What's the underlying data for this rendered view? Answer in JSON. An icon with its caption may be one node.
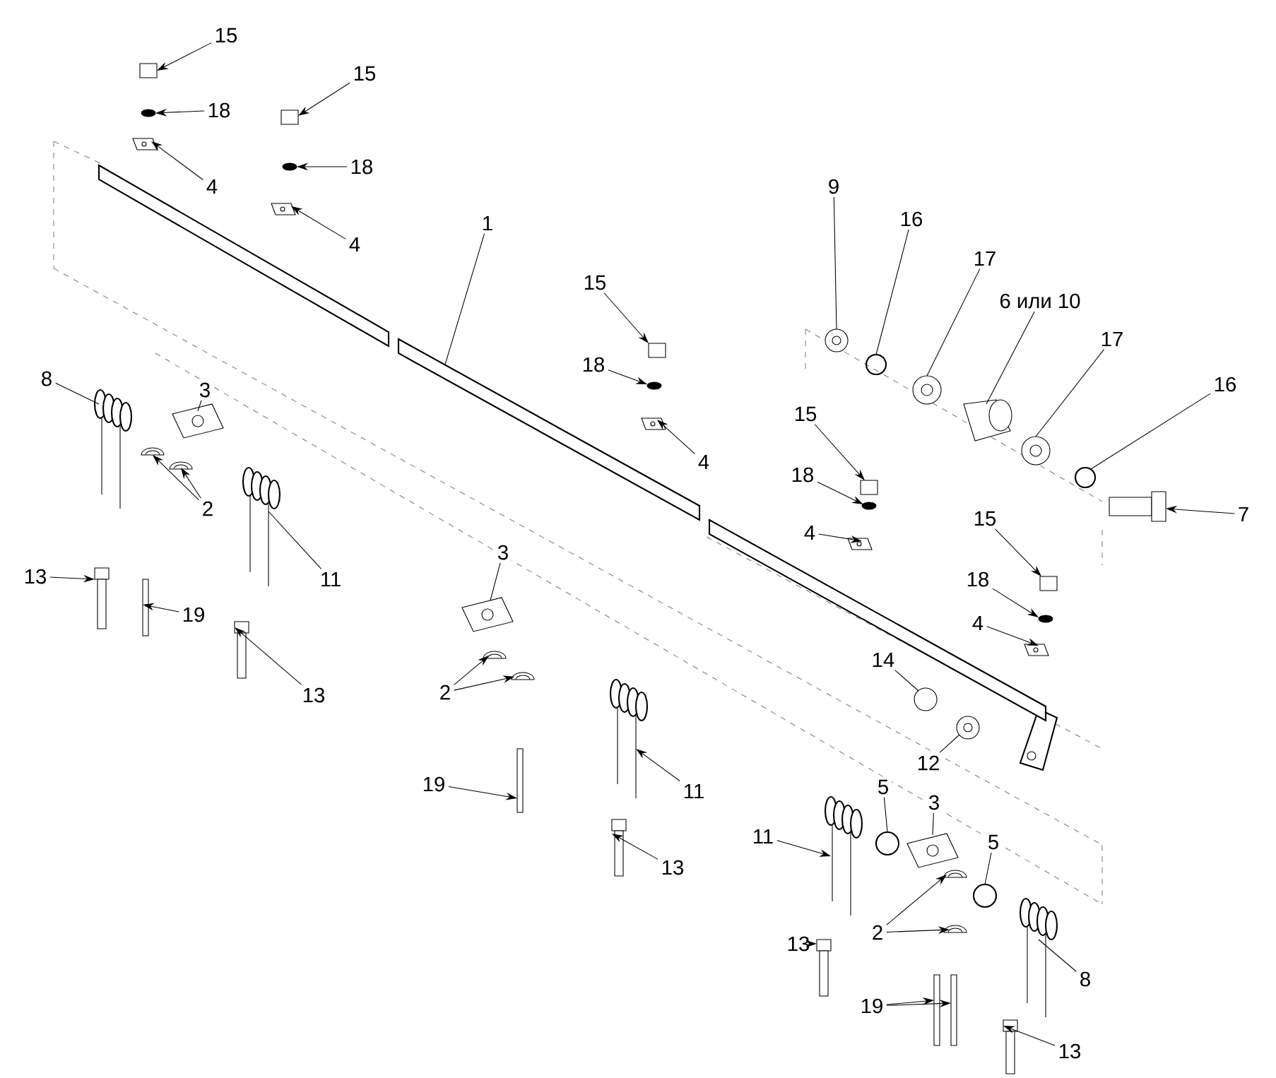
{
  "diagram": {
    "nodes": [
      {
        "text": [
          "15"
        ]
      },
      {
        "text": [
          "18"
        ]
      },
      {
        "text": [
          "4"
        ]
      },
      {
        "text": [
          "15"
        ]
      },
      {
        "text": [
          "18"
        ]
      },
      {
        "text": [
          "4"
        ]
      },
      {
        "text": [
          "1"
        ]
      },
      {
        "text": [
          "9"
        ]
      },
      {
        "text": [
          "16"
        ]
      },
      {
        "text": [
          "17"
        ]
      },
      {
        "text": [
          "6 или 10"
        ]
      },
      {
        "text": [
          "17"
        ]
      },
      {
        "text": [
          "16"
        ]
      },
      {
        "text": [
          "15"
        ]
      },
      {
        "text": [
          "18"
        ]
      },
      {
        "text": [
          "4"
        ]
      },
      {
        "text": [
          "15"
        ]
      },
      {
        "text": [
          "18"
        ]
      },
      {
        "text": [
          "4"
        ]
      },
      {
        "text": [
          "15"
        ]
      },
      {
        "text": [
          "18"
        ]
      },
      {
        "text": [
          "4"
        ]
      },
      {
        "text": [
          "7"
        ]
      },
      {
        "text": [
          "8"
        ]
      },
      {
        "text": [
          "3"
        ]
      },
      {
        "text": [
          "2"
        ]
      },
      {
        "text": [
          "11"
        ]
      },
      {
        "text": [
          "13"
        ]
      },
      {
        "text": [
          "19"
        ]
      },
      {
        "text": [
          "13"
        ]
      },
      {
        "text": [
          "3"
        ]
      },
      {
        "text": [
          "2"
        ]
      },
      {
        "text": [
          "19"
        ]
      },
      {
        "text": [
          "11"
        ]
      },
      {
        "text": [
          "13"
        ]
      },
      {
        "text": [
          "14"
        ]
      },
      {
        "text": [
          "12"
        ]
      },
      {
        "text": [
          "5"
        ]
      },
      {
        "text": [
          "3"
        ]
      },
      {
        "text": [
          "5"
        ]
      },
      {
        "text": [
          "11"
        ]
      },
      {
        "text": [
          "2"
        ]
      },
      {
        "text": [
          "8"
        ]
      },
      {
        "text": [
          "13"
        ]
      },
      {
        "text": [
          "19"
        ]
      },
      {
        "text": [
          "13"
        ]
      },
      {
        "text": [],
        "shape": "box"
      },
      {
        "text": [],
        "shape": "circle"
      },
      {
        "text": [],
        "shape": "picture"
      },
      {
        "text": [],
        "shape": "box"
      },
      {
        "text": [],
        "shape": "circle"
      },
      {
        "text": [],
        "shape": "picture"
      },
      {
        "text": [],
        "shape": "bar"
      },
      {
        "text": [],
        "shape": "picture"
      },
      {
        "text": [],
        "shape": "circle"
      },
      {
        "text": [],
        "shape": "picture"
      },
      {
        "text": [],
        "shape": "picture"
      },
      {
        "text": [],
        "shape": "picture"
      },
      {
        "text": [],
        "shape": "circle"
      },
      {
        "text": [],
        "shape": "box"
      },
      {
        "text": [],
        "shape": "circle"
      },
      {
        "text": [],
        "shape": "picture"
      },
      {
        "text": [],
        "shape": "box"
      },
      {
        "text": [],
        "shape": "circle"
      },
      {
        "text": [],
        "shape": "picture"
      },
      {
        "text": [],
        "shape": "box"
      },
      {
        "text": [],
        "shape": "circle"
      },
      {
        "text": [],
        "shape": "picture"
      },
      {
        "text": [],
        "shape": "picture"
      },
      {
        "text": [],
        "shape": "picture"
      },
      {
        "text": [],
        "shape": "picture"
      },
      {
        "text": [],
        "shape": "picture"
      },
      {
        "text": [],
        "shape": "picture"
      },
      {
        "text": [],
        "shape": "picture"
      },
      {
        "text": [],
        "shape": "picture"
      },
      {
        "text": [],
        "shape": "bar"
      },
      {
        "text": [],
        "shape": "picture"
      },
      {
        "text": [],
        "shape": "picture"
      },
      {
        "text": [],
        "shape": "picture"
      },
      {
        "text": [],
        "shape": "picture"
      },
      {
        "text": [],
        "shape": "bar"
      },
      {
        "text": [],
        "shape": "picture"
      },
      {
        "text": [],
        "shape": "picture"
      },
      {
        "text": [],
        "shape": "circle"
      },
      {
        "text": [],
        "shape": "picture"
      },
      {
        "text": [],
        "shape": "circle"
      },
      {
        "text": [],
        "shape": "picture"
      },
      {
        "text": [],
        "shape": "circle"
      },
      {
        "text": [],
        "shape": "picture"
      },
      {
        "text": [],
        "shape": "picture"
      },
      {
        "text": [],
        "shape": "picture"
      },
      {
        "text": [],
        "shape": "picture"
      },
      {
        "text": [],
        "shape": "picture"
      },
      {
        "text": [],
        "shape": "bar"
      },
      {
        "text": [],
        "shape": "bar"
      },
      {
        "text": [],
        "shape": "picture"
      },
      {
        "text": [],
        "shape": "bar"
      },
      {
        "text": [],
        "shape": "bar"
      }
    ],
    "edges": [
      {
        "from": 0,
        "to": 46,
        "arrow": "to"
      },
      {
        "from": 1,
        "to": 47,
        "arrow": "to"
      },
      {
        "from": 2,
        "to": 48,
        "arrow": "to"
      },
      {
        "from": 3,
        "to": 49,
        "arrow": "to"
      },
      {
        "from": 4,
        "to": 50,
        "arrow": "to"
      },
      {
        "from": 5,
        "to": 51,
        "arrow": "to"
      },
      {
        "from": 6,
        "to": 52,
        "arrow": "none"
      },
      {
        "from": 7,
        "to": 53,
        "arrow": "none"
      },
      {
        "from": 8,
        "to": 54,
        "arrow": "none"
      },
      {
        "from": 9,
        "to": 55,
        "arrow": "none"
      },
      {
        "from": 10,
        "to": 56,
        "arrow": "none"
      },
      {
        "from": 11,
        "to": 57,
        "arrow": "none"
      },
      {
        "from": 12,
        "to": 58,
        "arrow": "none"
      },
      {
        "from": 13,
        "to": 59,
        "arrow": "to"
      },
      {
        "from": 14,
        "to": 60,
        "arrow": "to"
      },
      {
        "from": 15,
        "to": 61,
        "arrow": "to"
      },
      {
        "from": 16,
        "to": 62,
        "arrow": "to"
      },
      {
        "from": 17,
        "to": 63,
        "arrow": "to"
      },
      {
        "from": 18,
        "to": 64,
        "arrow": "to"
      },
      {
        "from": 19,
        "to": 65,
        "arrow": "to"
      },
      {
        "from": 20,
        "to": 66,
        "arrow": "to"
      },
      {
        "from": 21,
        "to": 67,
        "arrow": "to"
      },
      {
        "from": 22,
        "to": 68,
        "arrow": "to"
      },
      {
        "from": 23,
        "to": 69,
        "arrow": "none"
      },
      {
        "from": 24,
        "to": 70,
        "arrow": "none"
      },
      {
        "from": 25,
        "to": 71,
        "arrow": "to"
      },
      {
        "from": 25,
        "to": 72,
        "arrow": "to"
      },
      {
        "from": 26,
        "to": 73,
        "arrow": "none"
      },
      {
        "from": 27,
        "to": 74,
        "arrow": "to"
      },
      {
        "from": 28,
        "to": 75,
        "arrow": "to"
      },
      {
        "from": 29,
        "to": 76,
        "arrow": "to"
      },
      {
        "from": 30,
        "to": 77,
        "arrow": "none"
      },
      {
        "from": 31,
        "to": 78,
        "arrow": "to"
      },
      {
        "from": 31,
        "to": 79,
        "arrow": "to"
      },
      {
        "from": 32,
        "to": 80,
        "arrow": "to"
      },
      {
        "from": 33,
        "to": 81,
        "arrow": "to"
      },
      {
        "from": 34,
        "to": 82,
        "arrow": "to"
      },
      {
        "from": 35,
        "to": 83,
        "arrow": "none"
      },
      {
        "from": 36,
        "to": 84,
        "arrow": "none"
      },
      {
        "from": 37,
        "to": 85,
        "arrow": "none"
      },
      {
        "from": 38,
        "to": 86,
        "arrow": "none"
      },
      {
        "from": 39,
        "to": 87,
        "arrow": "none"
      },
      {
        "from": 40,
        "to": 88,
        "arrow": "to"
      },
      {
        "from": 41,
        "to": 89,
        "arrow": "to"
      },
      {
        "from": 41,
        "to": 90,
        "arrow": "to"
      },
      {
        "from": 42,
        "to": 91,
        "arrow": "none"
      },
      {
        "from": 43,
        "to": 92,
        "arrow": "to"
      },
      {
        "from": 44,
        "to": 93,
        "arrow": "to"
      },
      {
        "from": 44,
        "to": 94,
        "arrow": "to"
      },
      {
        "from": 45,
        "to": 95,
        "arrow": "to"
      }
    ]
  }
}
